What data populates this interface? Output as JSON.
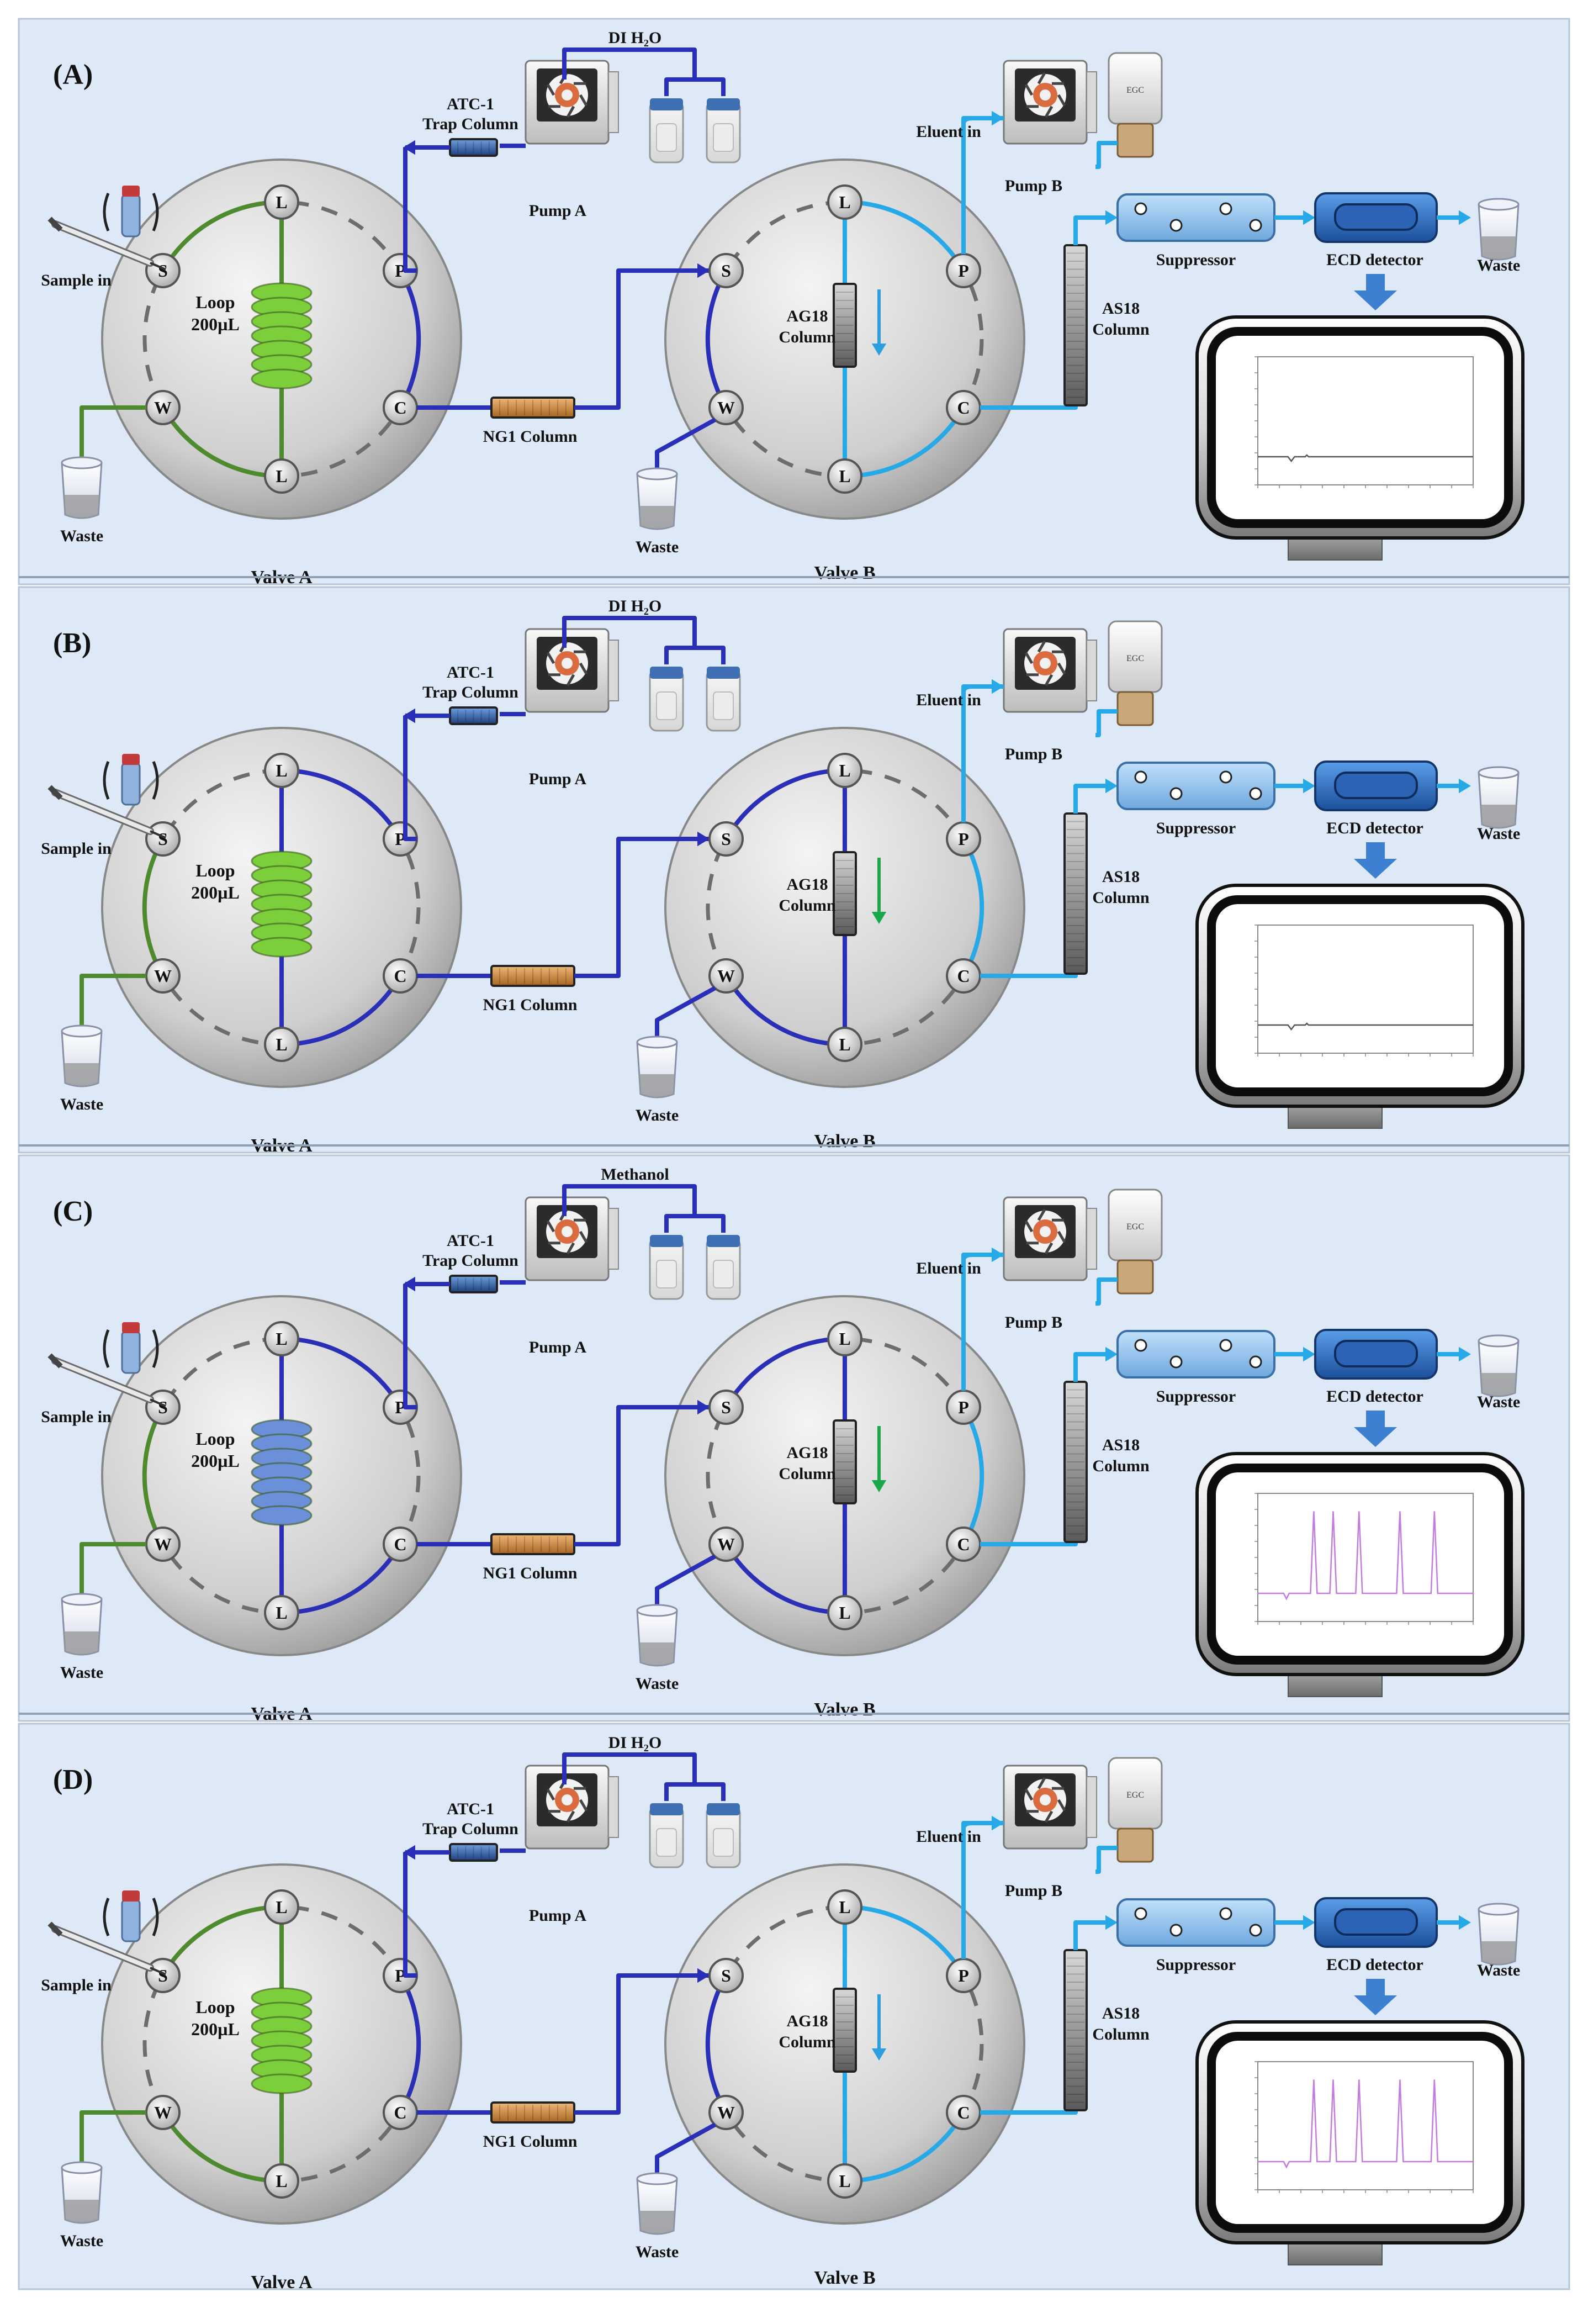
{
  "figure": {
    "panels": [
      {
        "id": "A",
        "label": "(A)",
        "solvent_label": "DI H₂O",
        "loop_color": "#7ccf3a",
        "valve_a_mode": "load",
        "valve_b_mode": "bypass",
        "ag18_arrow_color": "#2b9fe0",
        "chromatogram": "baseline"
      },
      {
        "id": "B",
        "label": "(B)",
        "solvent_label": "DI H₂O",
        "loop_color": "#7ccf3a",
        "valve_a_mode": "inject",
        "valve_b_mode": "trap",
        "ag18_arrow_color": "#1aa84a",
        "chromatogram": "baseline"
      },
      {
        "id": "C",
        "label": "(C)",
        "solvent_label": "Methanol",
        "loop_color": "#6b8fd8",
        "valve_a_mode": "inject",
        "valve_b_mode": "trap",
        "ag18_arrow_color": "#1aa84a",
        "chromatogram": "peaks"
      },
      {
        "id": "D",
        "label": "(D)",
        "solvent_label": "DI H₂O",
        "loop_color": "#7ccf3a",
        "valve_a_mode": "load",
        "valve_b_mode": "bypass",
        "ag18_arrow_color": "#2b9fe0",
        "chromatogram": "peaks"
      }
    ],
    "labels": {
      "atc_line1": "ATC-1",
      "atc_line2": "Trap Column",
      "pump_a": "Pump A",
      "pump_b": "Pump B",
      "eluent_in": "Eluent in",
      "egc": "EGC",
      "sample_in": "Sample in",
      "loop_line1": "Loop",
      "loop_line2": "200µL",
      "waste": "Waste",
      "valve_a": "Valve A",
      "valve_b": "Valve B",
      "ng1": "NG1 Column",
      "ag18_line1": "AG18",
      "ag18_line2": "Column",
      "as18_line1": "AS18",
      "as18_line2": "Column",
      "suppressor": "Suppressor",
      "ecd": "ECD detector",
      "port_L": "L",
      "port_P": "P",
      "port_C": "C",
      "port_S": "S",
      "port_W": "W"
    },
    "colors": {
      "panel_bg": "#dde9f6",
      "dark_line": "#2a2fb8",
      "light_line": "#27a9e8",
      "green_line": "#4e8a2e",
      "chromatogram_trace": "#c37be0"
    }
  }
}
